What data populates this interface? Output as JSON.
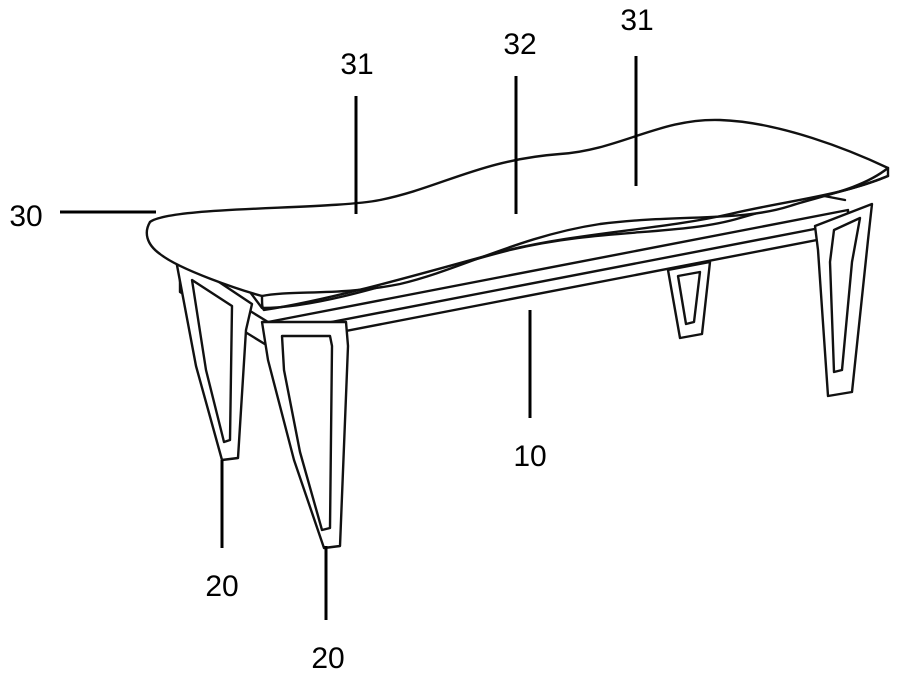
{
  "reference_labels": {
    "seat_top_left": "31",
    "seat_center": "32",
    "seat_top_right": "31",
    "seat": "30",
    "frame": "10",
    "front_leg_left": "20",
    "front_leg_right": "20"
  }
}
